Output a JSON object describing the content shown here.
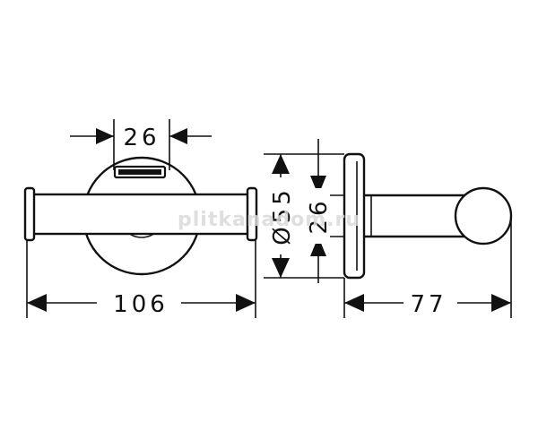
{
  "dimensions": {
    "top_width": "26",
    "overall_width": "106",
    "diameter": "Ø55",
    "rosette_depth": "26",
    "projection": "77"
  },
  "watermark": "plitkanadom.ru",
  "colors": {
    "line": "#111111",
    "background": "#ffffff",
    "watermark": "#d9d9d9"
  }
}
